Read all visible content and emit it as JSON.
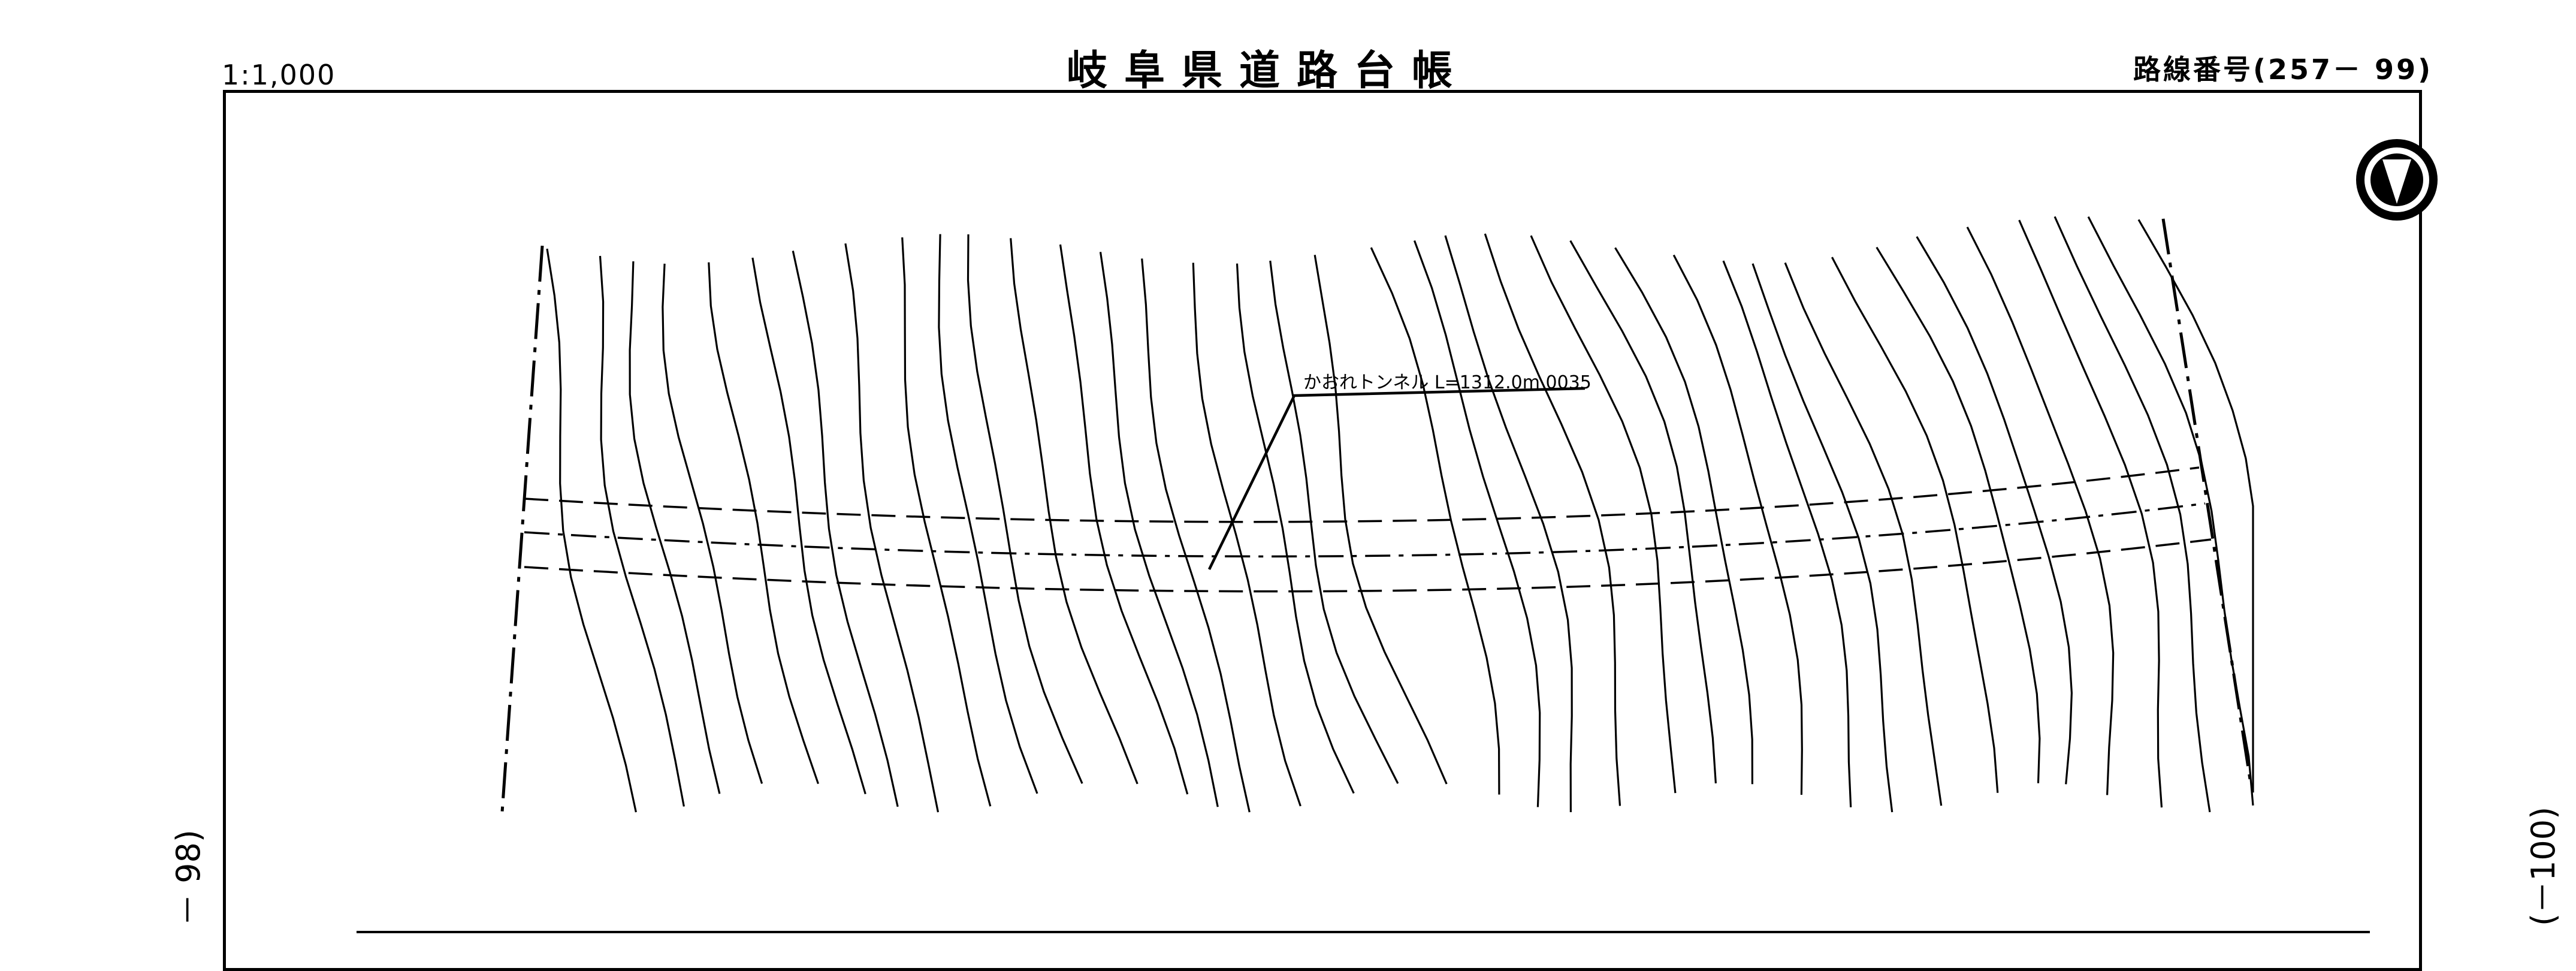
{
  "header": {
    "scale": "1:1,000",
    "title": "岐阜県道路台帳",
    "route_number": "路線番号(257－ 99)"
  },
  "map": {
    "tunnel_label": "かおれトンネル L=1312.0m 0035",
    "north_arrow_icon": "north-arrow-icon"
  },
  "adjacent_sheets": {
    "previous": "－ 98)",
    "next": "(－100)"
  }
}
